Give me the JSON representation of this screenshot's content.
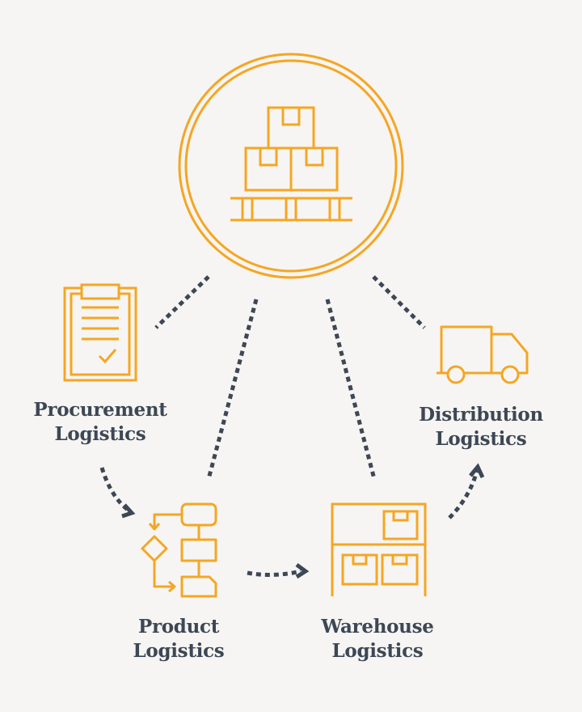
{
  "diagram": {
    "accent_color": "#f5a623",
    "connector_color": "#3d4755",
    "background_color": "#f6f5f3",
    "hub": {
      "icon": "pallet-boxes-icon"
    },
    "nodes": [
      {
        "id": "procurement",
        "icon": "clipboard-checklist-icon",
        "line1": "Procurement",
        "line2": "Logistics"
      },
      {
        "id": "product",
        "icon": "flowchart-icon",
        "line1": "Product",
        "line2": "Logistics"
      },
      {
        "id": "warehouse",
        "icon": "warehouse-shelf-icon",
        "line1": "Warehouse",
        "line2": "Logistics"
      },
      {
        "id": "distribution",
        "icon": "delivery-truck-icon",
        "line1": "Distribution",
        "line2": "Logistics"
      }
    ],
    "edges": [
      {
        "from": "hub",
        "to": "procurement",
        "style": "dotted"
      },
      {
        "from": "hub",
        "to": "product",
        "style": "dotted"
      },
      {
        "from": "hub",
        "to": "warehouse",
        "style": "dotted"
      },
      {
        "from": "hub",
        "to": "distribution",
        "style": "dotted"
      },
      {
        "from": "procurement",
        "to": "product",
        "style": "dotted-arrow"
      },
      {
        "from": "product",
        "to": "warehouse",
        "style": "dotted-arrow"
      },
      {
        "from": "warehouse",
        "to": "distribution",
        "style": "dotted-arrow"
      }
    ]
  }
}
